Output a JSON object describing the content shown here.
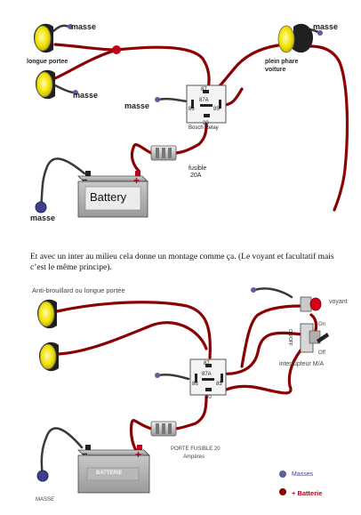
{
  "top": {
    "masse_tl": "masse",
    "longue_portee": "longue portee",
    "masse_ml": "masse",
    "masse_tr": "masse",
    "plein_phare_1": "plein phare",
    "plein_phare_2": "voiture",
    "masse_relay": "masse",
    "relay_pins": [
      "87",
      "87A",
      "86",
      "85",
      "30"
    ],
    "relay_name": "Bosch Relay",
    "fusible": "fusible",
    "fusible_rating": "20A",
    "battery": "Battery",
    "battery_minus": "−",
    "battery_plus": "+",
    "masse_batt": "masse"
  },
  "caption": "Et avec un inter au milieu cela donne un montage comme ça. (Le voyant et facultatif mais c’est le même principe).",
  "bottom": {
    "antibrouillard": "Anti-brouillard ou longue portée",
    "voyant": "voyant",
    "on": "On",
    "off": "Off",
    "switch_text": "ON/OFF",
    "interrupteur": "interrupteur M/A",
    "relay_pins": [
      "87",
      "87A",
      "86",
      "85",
      "30"
    ],
    "porte_fusible": "PORTE FUSIBLE 20",
    "amperes": "Ampères",
    "battery": "BATTERIE",
    "battery_minus": "−",
    "battery_plus": "+",
    "masse": "MASSE",
    "legend_masses": "Masses",
    "legend_batterie": "+ Batterie"
  },
  "colors": {
    "wire": "#8b0000",
    "ground": "#5a5f9e",
    "lamp": "#f2e200"
  }
}
